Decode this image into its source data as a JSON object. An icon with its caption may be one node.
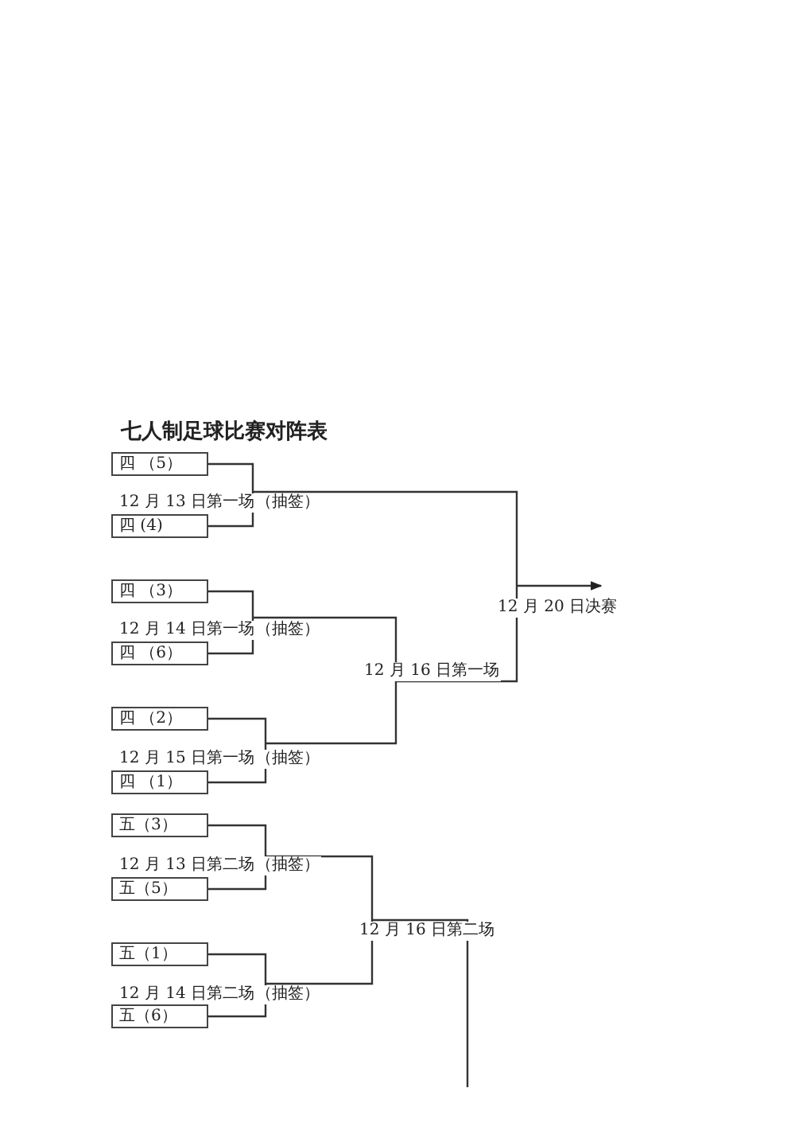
{
  "diagram": {
    "title": "七人制足球比赛对阵表",
    "nodes": [
      {
        "text": [
          "四 （5）"
        ]
      },
      {
        "text": [
          "四 (4)"
        ]
      },
      {
        "text": [
          "四 （3）"
        ]
      },
      {
        "text": [
          "四 （6）"
        ]
      },
      {
        "text": [
          "四 （2）"
        ]
      },
      {
        "text": [
          "四 （1）"
        ]
      },
      {
        "text": [
          "五（3）"
        ]
      },
      {
        "text": [
          "五（5）"
        ]
      },
      {
        "text": [
          "五（1）"
        ]
      },
      {
        "text": [
          "五（6）"
        ]
      }
    ],
    "edges": [
      {
        "from": 0,
        "to": 1,
        "arrow": "none"
      },
      {
        "from": 2,
        "to": 3,
        "arrow": "none"
      },
      {
        "from": 4,
        "to": 5,
        "arrow": "none"
      },
      {
        "from": 6,
        "to": 7,
        "arrow": "none"
      },
      {
        "from": 8,
        "to": 9,
        "arrow": "none"
      }
    ],
    "labels": [
      "12 月 13 日第一场",
      "（抽签）",
      "12 月 20 日决赛",
      "12 月 14 日第一场",
      "（抽签）",
      "12 月 16 日第一场",
      "12 月 15 日第一场",
      "（抽签）",
      "12 月 13 日第二场",
      "（抽签）",
      "12 月 16 日第二场",
      "12 月 14 日第二场",
      "（抽签）"
    ]
  }
}
